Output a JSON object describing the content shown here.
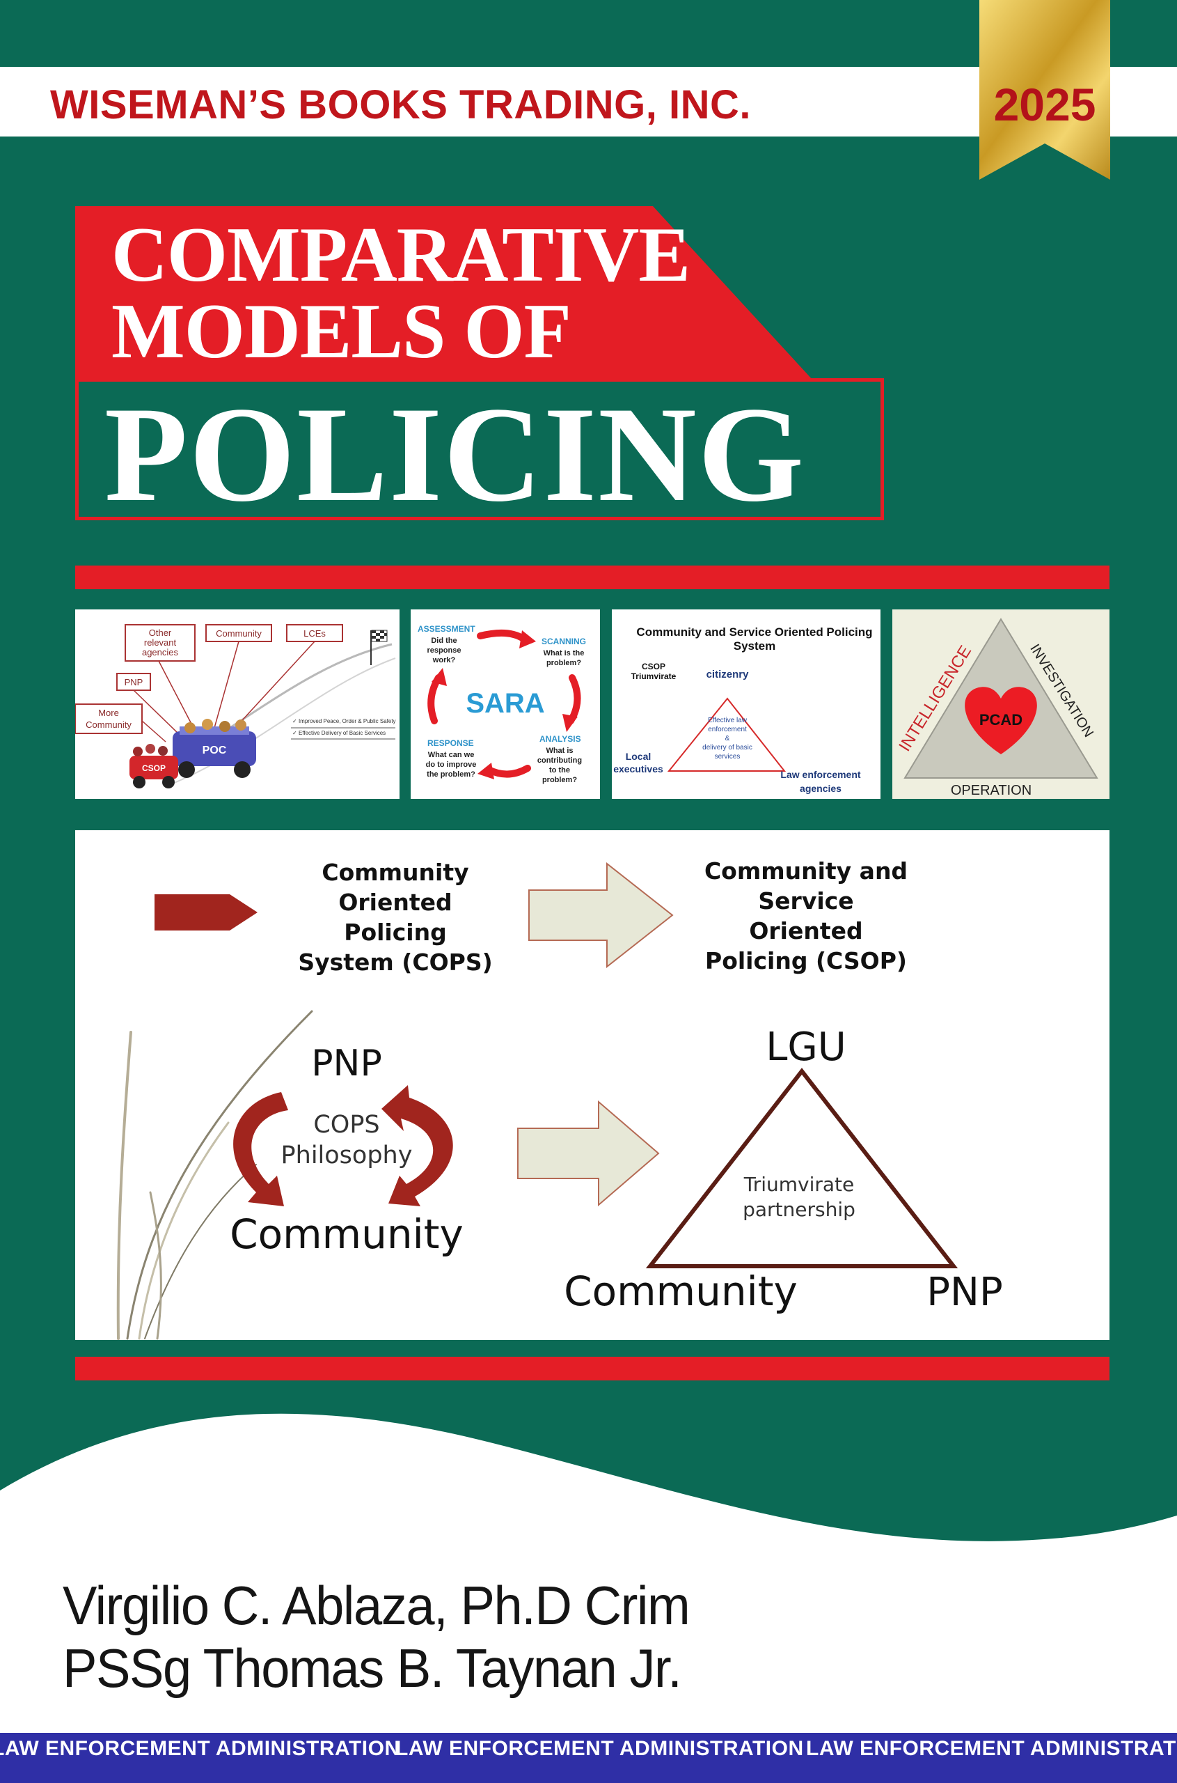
{
  "publisher": "WISEMAN’S BOOKS TRADING, INC.",
  "year": "2025",
  "title": {
    "line1": "COMPARATIVE",
    "line2": "MODELS OF",
    "line3": "POLICING"
  },
  "thumbnails": {
    "poc": {
      "labels": [
        "Other relevant agencies",
        "Community",
        "LCEs",
        "PNP",
        "More Community"
      ],
      "vehicle": "POC",
      "cart": "CSOP",
      "bullets": [
        "Improved Peace, Order & Public Safety",
        "Effective Delivery of Basic Services"
      ]
    },
    "sara": {
      "center": "SARA",
      "assessment_title": "ASSESSMENT",
      "assessment_text": [
        "Did the",
        "response",
        "work?"
      ],
      "scanning_title": "SCANNING",
      "scanning_text": [
        "What is the",
        "problem?"
      ],
      "analysis_title": "ANALYSIS",
      "analysis_text": [
        "What is",
        "contributing",
        "to the",
        "problem?"
      ],
      "response_title": "RESPONSE",
      "response_text": [
        "What can we",
        "do to improve",
        "the problem?"
      ]
    },
    "csop": {
      "title1": "Community and Service Oriented Policing",
      "title2": "System",
      "triumvirate": [
        "CSOP",
        "Triumvirate"
      ],
      "citizenry": "citizenry",
      "center": [
        "Effective law",
        "enforcement",
        "&",
        "delivery of basic",
        "services"
      ],
      "local": [
        "Local",
        "executives"
      ],
      "law": [
        "Law enforcement",
        "agencies"
      ]
    },
    "pcad": {
      "center": "PCAD",
      "left": "INTELLIGENCE",
      "right": "INVESTIGATION",
      "bottom": "OPERATION"
    }
  },
  "diagram": {
    "cops_title": [
      "Community",
      "Oriented",
      "Policing",
      "System (COPS)"
    ],
    "csop_title": [
      "Community and",
      "Service",
      "Oriented",
      "Policing (CSOP)"
    ],
    "pnp_top": "PNP",
    "philosophy": [
      "COPS",
      "Philosophy"
    ],
    "community_left": "Community",
    "lgu": "LGU",
    "triumvirate": [
      "Triumvirate",
      "partnership"
    ],
    "community_right": "Community",
    "pnp_right": "PNP"
  },
  "authors": [
    "Virgilio C. Ablaza, Ph.D Crim",
    "PSSg Thomas B. Taynan Jr."
  ],
  "band": [
    "LAW ENFORCEMENT ADMINISTRATION",
    "LAW ENFORCEMENT ADMINISTRATION",
    "LAW ENFORCEMENT ADMINISTRATION"
  ],
  "colors": {
    "green": "#0b6a55",
    "red": "#e41e26",
    "blue": "#2f2fa6",
    "gold": "#d9b43a"
  }
}
